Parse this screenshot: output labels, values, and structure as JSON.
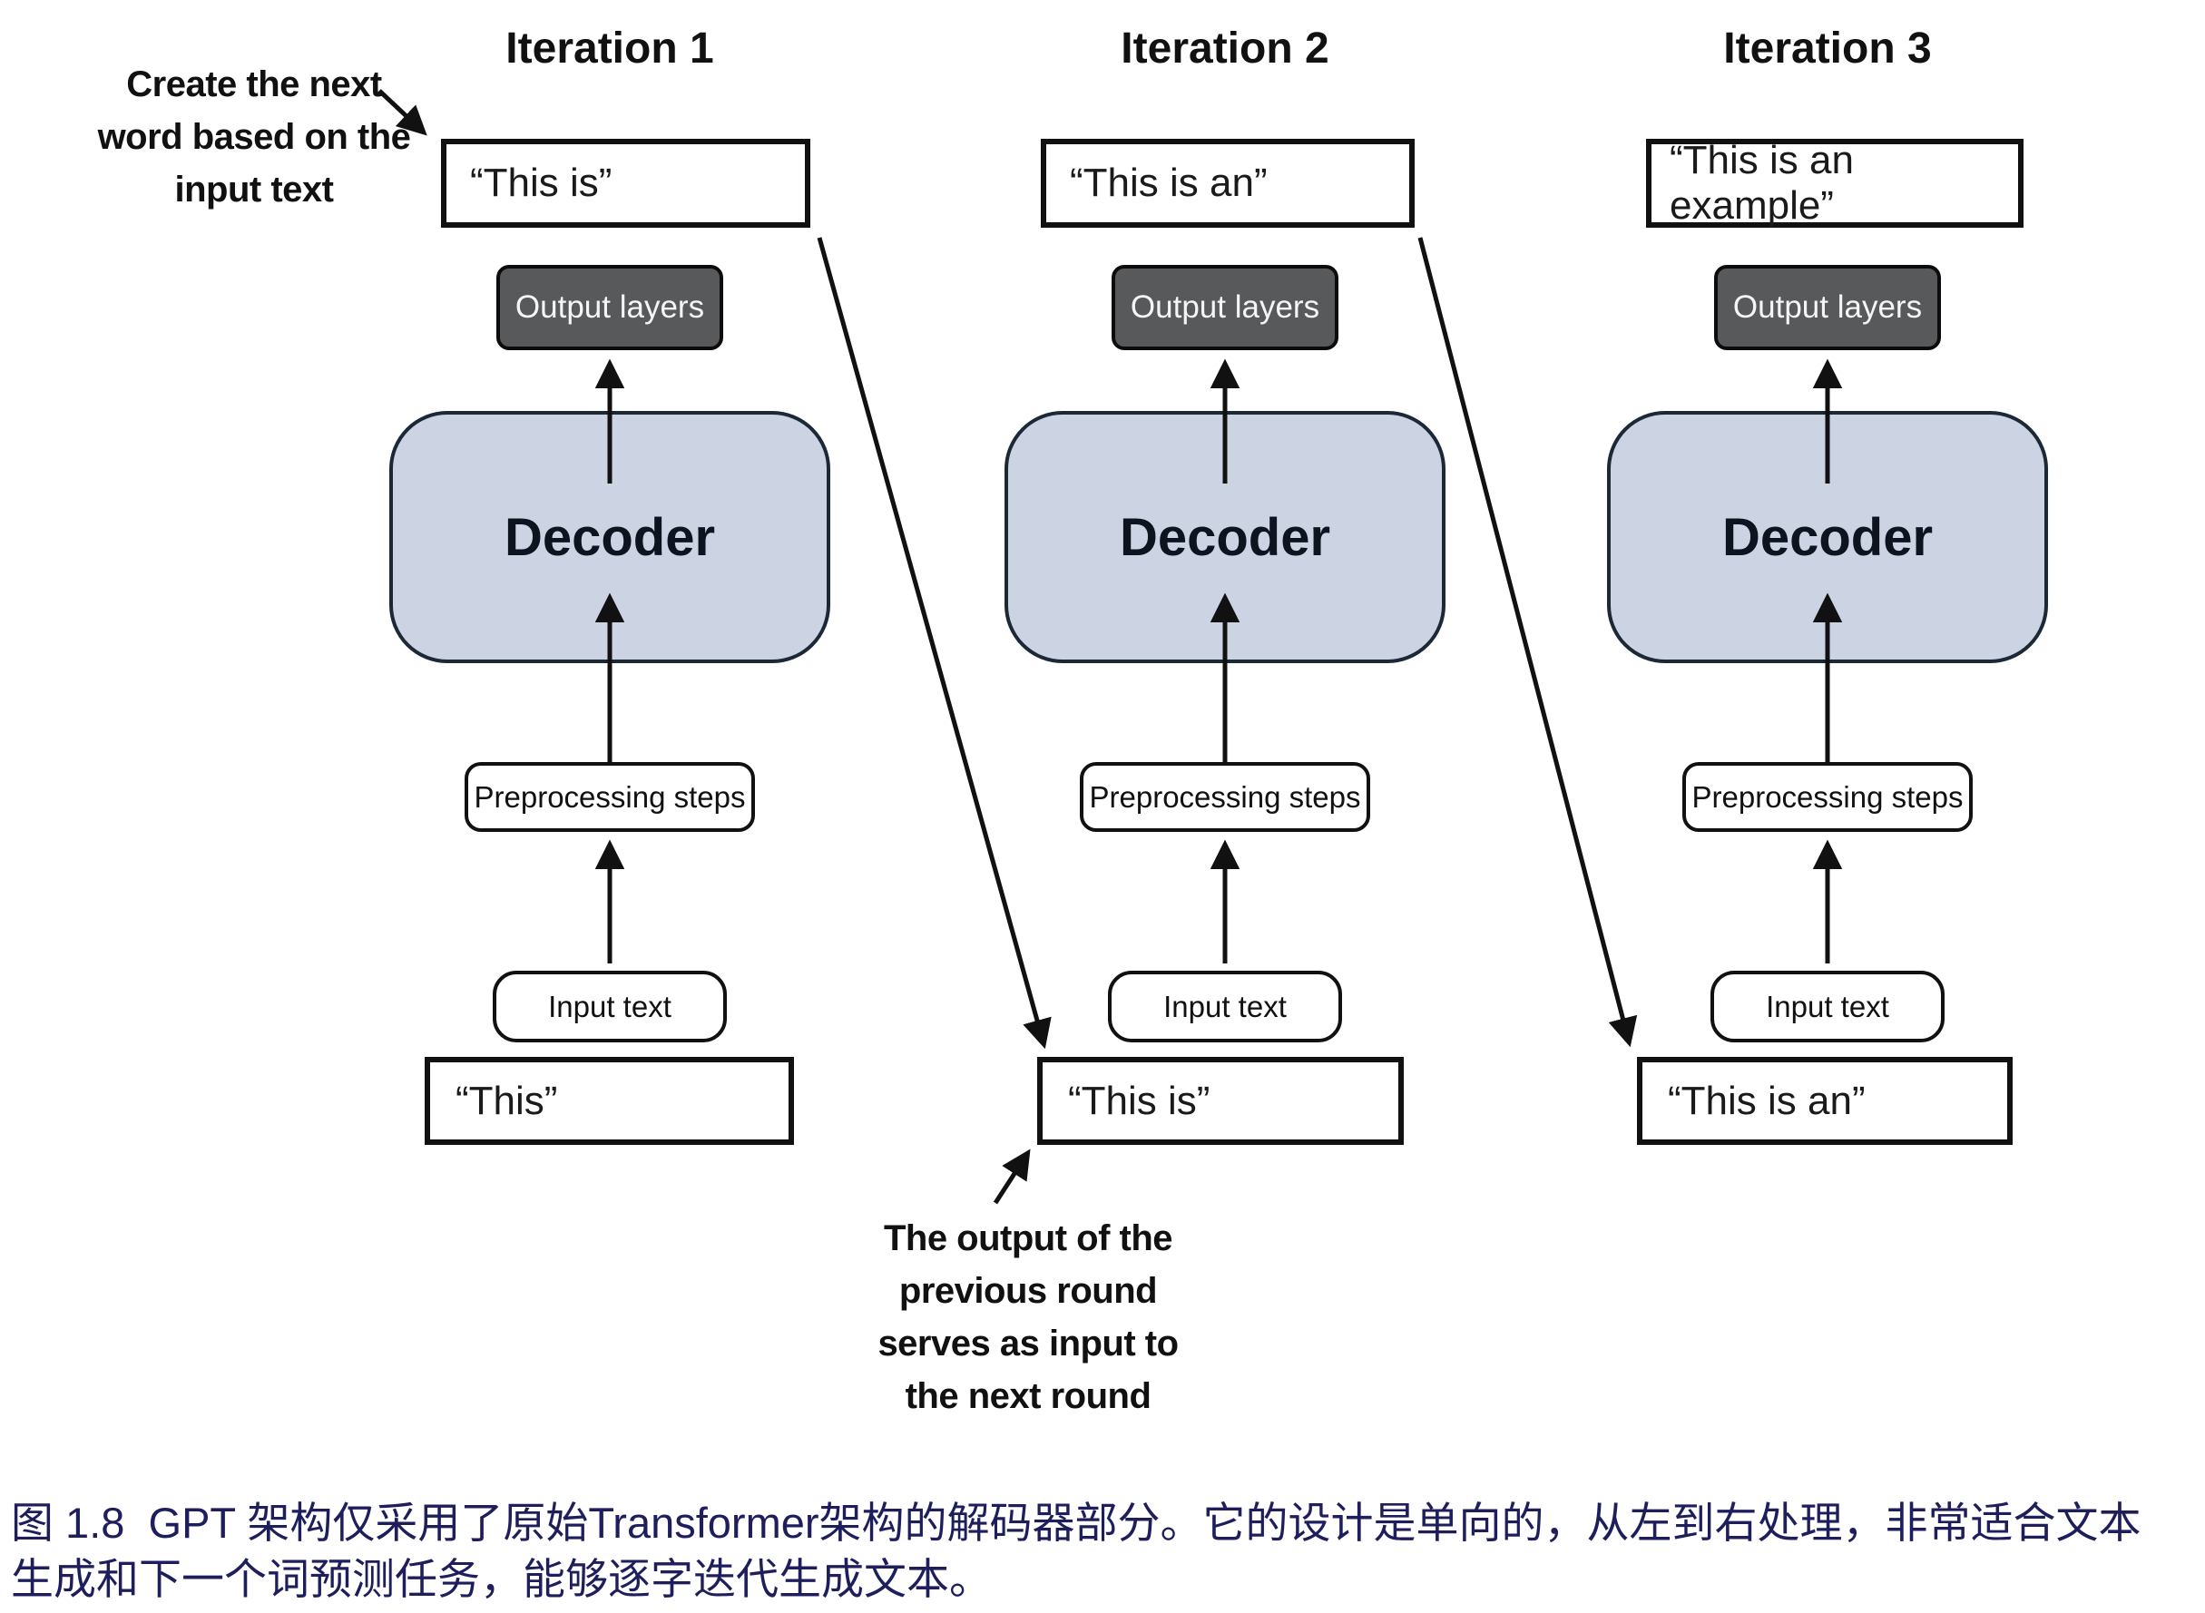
{
  "figure": {
    "columns": [
      {
        "title": "Iteration 1",
        "output_text": "“This is”",
        "output_layers_label": "Output layers",
        "decoder_label": "Decoder",
        "preprocessing_label": "Preprocessing steps",
        "input_label": "Input text",
        "input_text": "“This”"
      },
      {
        "title": "Iteration 2",
        "output_text": "“This is an”",
        "output_layers_label": "Output layers",
        "decoder_label": "Decoder",
        "preprocessing_label": "Preprocessing steps",
        "input_label": "Input text",
        "input_text": "“This is”"
      },
      {
        "title": "Iteration 3",
        "output_text": "“This is an example”",
        "output_layers_label": "Output layers",
        "decoder_label": "Decoder",
        "preprocessing_label": "Preprocessing steps",
        "input_label": "Input text",
        "input_text": "“This is an”"
      }
    ],
    "annotations": {
      "top_left": {
        "lines": [
          "Create the next",
          "word based on the",
          "input text"
        ]
      },
      "bottom": {
        "lines": [
          "The output of the",
          "previous round",
          "serves as input to",
          "the next round"
        ]
      }
    },
    "caption": {
      "line1": "图 1.8  GPT 架构仅采用了原始Transformer架构的解码器部分。它的设计是单向的，从左到右处理，非常适合文本",
      "line2": "生成和下一个词预测任务，能够逐字迭代生成文本。"
    },
    "colors": {
      "decoder_fill": "#ccd4e3",
      "output_layers_fill": "#58595b",
      "box_border": "#111111",
      "caption_color": "#1e1e5c",
      "arrow_color": "#111111"
    }
  }
}
